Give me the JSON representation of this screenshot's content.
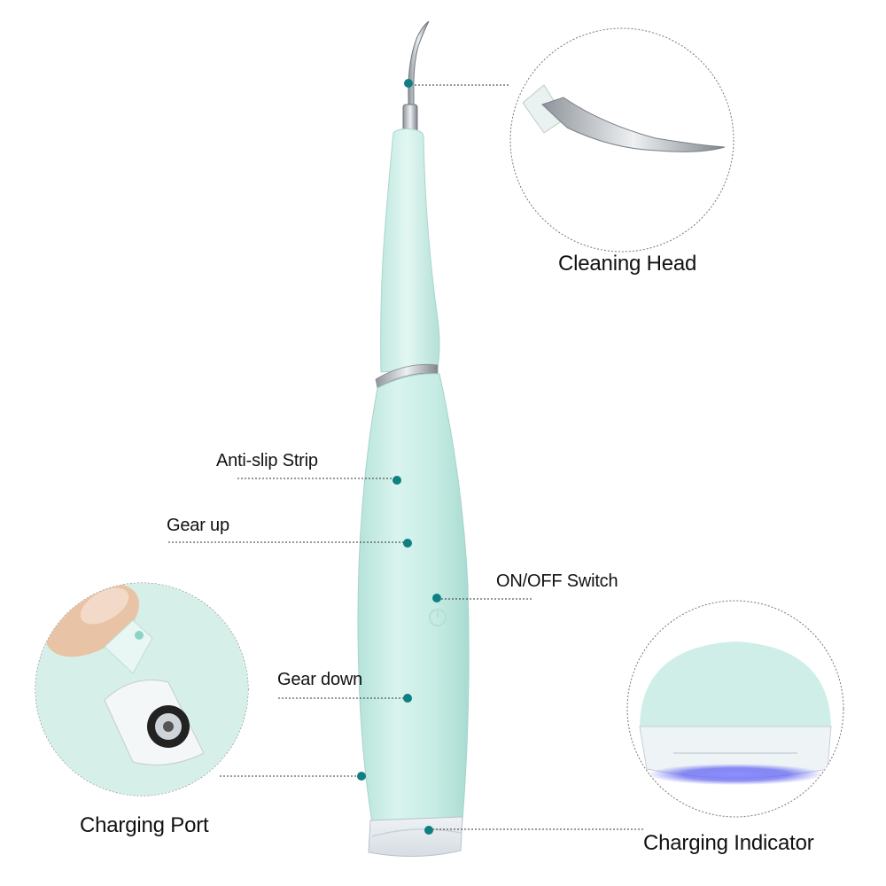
{
  "labels": {
    "cleaning_head": "Cleaning Head",
    "anti_slip_strip": "Anti-slip Strip",
    "gear_up": "Gear up",
    "on_off_switch": "ON/OFF Switch",
    "gear_down": "Gear down",
    "charging_port": "Charging Port",
    "charging_indicator": "Charging Indicator"
  },
  "colors": {
    "background": "#ffffff",
    "body_mint": "#cbeee7",
    "dot_teal": "#0f7f84",
    "leader_line": "#333333",
    "circle_outline": "#777777",
    "chrome": "#b7bcc0",
    "led_glow": "#5a5cf0"
  },
  "icons": {
    "callout_dot": "dot-icon"
  }
}
